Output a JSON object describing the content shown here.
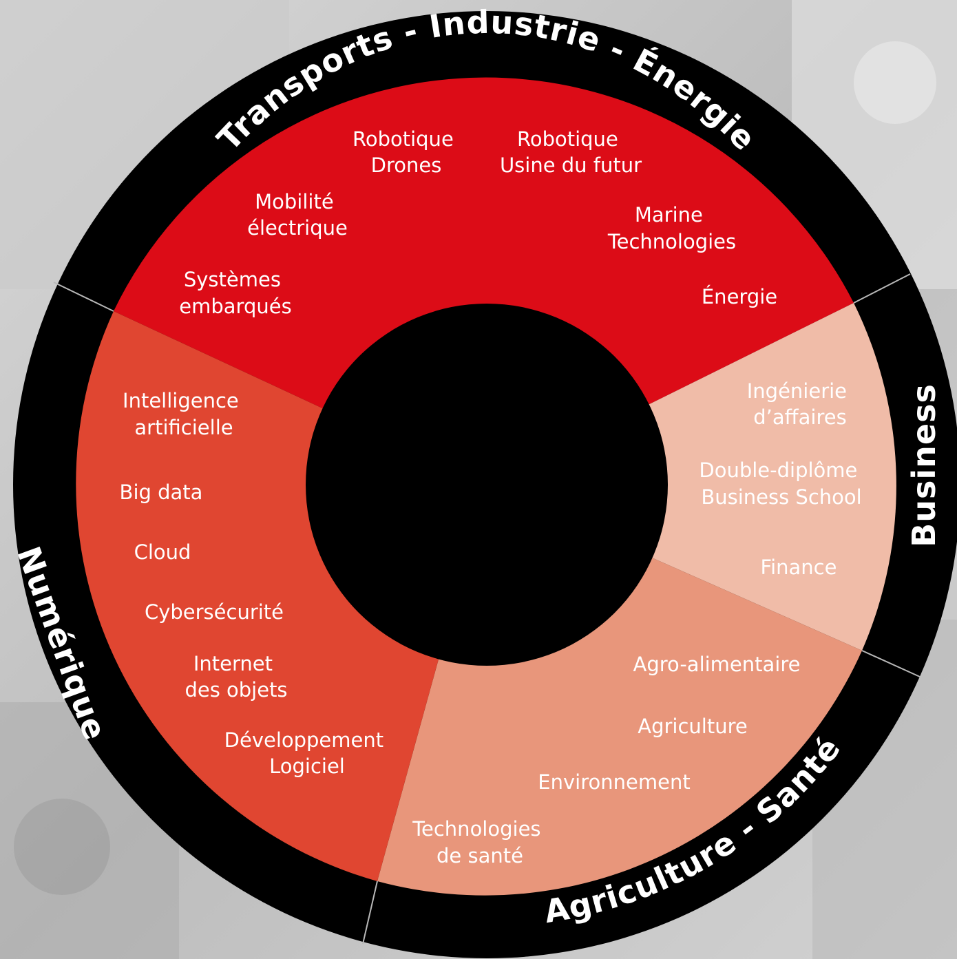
{
  "diagram": {
    "colors": {
      "ring": "#000000",
      "hub": "#000000",
      "transports": "#dc0c17",
      "numerique": "#e04631",
      "agriculture": "#e8967b",
      "business": "#f0bca8",
      "divider": "#b8b8b8",
      "text": "#ffffff"
    },
    "categories": {
      "transports": "Transports - Industrie - Énergie",
      "business": "Business",
      "agriculture": "Agriculture - Santé",
      "numerique": "Numérique"
    },
    "sectors": {
      "transports": {
        "items": [
          {
            "lines": [
              "Robotique",
              "Drones"
            ]
          },
          {
            "lines": [
              "Robotique",
              "Usine du futur"
            ]
          },
          {
            "lines": [
              "Mobilité",
              "électrique"
            ]
          },
          {
            "lines": [
              "Marine",
              "Technologies"
            ]
          },
          {
            "lines": [
              "Systèmes",
              "embarqués"
            ]
          },
          {
            "lines": [
              "Énergie"
            ]
          }
        ]
      },
      "business": {
        "items": [
          {
            "lines": [
              "Ingénierie",
              "d’affaires"
            ]
          },
          {
            "lines": [
              "Double-diplôme",
              "Business School"
            ]
          },
          {
            "lines": [
              "Finance"
            ]
          }
        ]
      },
      "agriculture": {
        "items": [
          {
            "lines": [
              "Agro-alimentaire"
            ]
          },
          {
            "lines": [
              "Agriculture"
            ]
          },
          {
            "lines": [
              "Environnement"
            ]
          },
          {
            "lines": [
              "Technologies",
              "de santé"
            ]
          }
        ]
      },
      "numerique": {
        "items": [
          {
            "lines": [
              "Intelligence",
              "artificielle"
            ]
          },
          {
            "lines": [
              "Big data"
            ]
          },
          {
            "lines": [
              "Cloud"
            ]
          },
          {
            "lines": [
              "Cybersécurité"
            ]
          },
          {
            "lines": [
              "Internet",
              "des objets"
            ]
          },
          {
            "lines": [
              "Développement",
              "Logiciel"
            ]
          }
        ]
      }
    }
  }
}
